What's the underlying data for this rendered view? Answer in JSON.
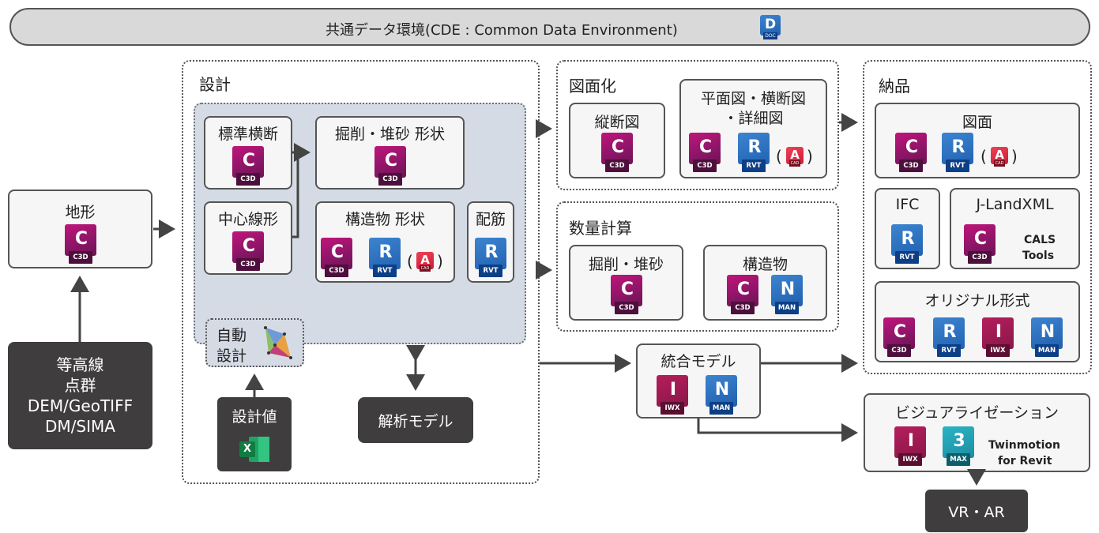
{
  "cde": {
    "title": "共通データ環境(CDE : Common Data Environment)",
    "doc_icon_letter": "D",
    "doc_icon_tag": "DOC"
  },
  "terrain": {
    "title": "地形"
  },
  "inputs": {
    "line1": "等高線",
    "line2": "点群",
    "line3": "DEM/GeoTIFF",
    "line4": "DM/SIMA"
  },
  "design": {
    "title": "設計",
    "standard_cross": "標準横断",
    "centerline": "中心線形",
    "excavation_shape": "掘削・堆砂 形状",
    "structure_shape": "構造物 形状",
    "rebar": "配筋",
    "auto_design_line1": "自動",
    "auto_design_line2": "設計"
  },
  "design_values": {
    "title": "設計値",
    "excel_letter": "X"
  },
  "analysis": {
    "title": "解析モデル"
  },
  "drawing": {
    "title": "図面化",
    "profile": "縦断図",
    "plan_line1": "平面図・横断図",
    "plan_line2": "・詳細図"
  },
  "quantity": {
    "title": "数量計算",
    "excavation": "掘削・堆砂",
    "structure": "構造物"
  },
  "integrated": {
    "title": "統合モデル"
  },
  "delivery": {
    "title": "納品",
    "drawings": "図面",
    "ifc": "IFC",
    "jlandxml": "J-LandXML",
    "cals_line1": "CALS",
    "cals_line2": "Tools",
    "original": "オリジナル形式"
  },
  "visualization": {
    "title": "ビジュアライゼーション",
    "twinmotion_line1": "Twinmotion",
    "twinmotion_line2": "for Revit"
  },
  "vrar": {
    "title": "VR・AR"
  },
  "icons": {
    "c3d": {
      "letter": "C",
      "tag": "C3D"
    },
    "rvt": {
      "letter": "R",
      "tag": "RVT"
    },
    "iwx": {
      "letter": "I",
      "tag": "IWX"
    },
    "man": {
      "letter": "N",
      "tag": "MAN"
    },
    "max": {
      "letter": "3",
      "tag": "MAX"
    },
    "cad": {
      "letter": "A",
      "tag": "CAD"
    }
  },
  "paren_open": "(",
  "paren_close": ")",
  "colors": {
    "dark_box": "#3f3d3e",
    "civil3d": "#8a1567",
    "revit": "#2162b2",
    "autocad": "#c81d36",
    "cde_bar": "#d9d9d9",
    "design_panel": "#d5dbe5"
  }
}
